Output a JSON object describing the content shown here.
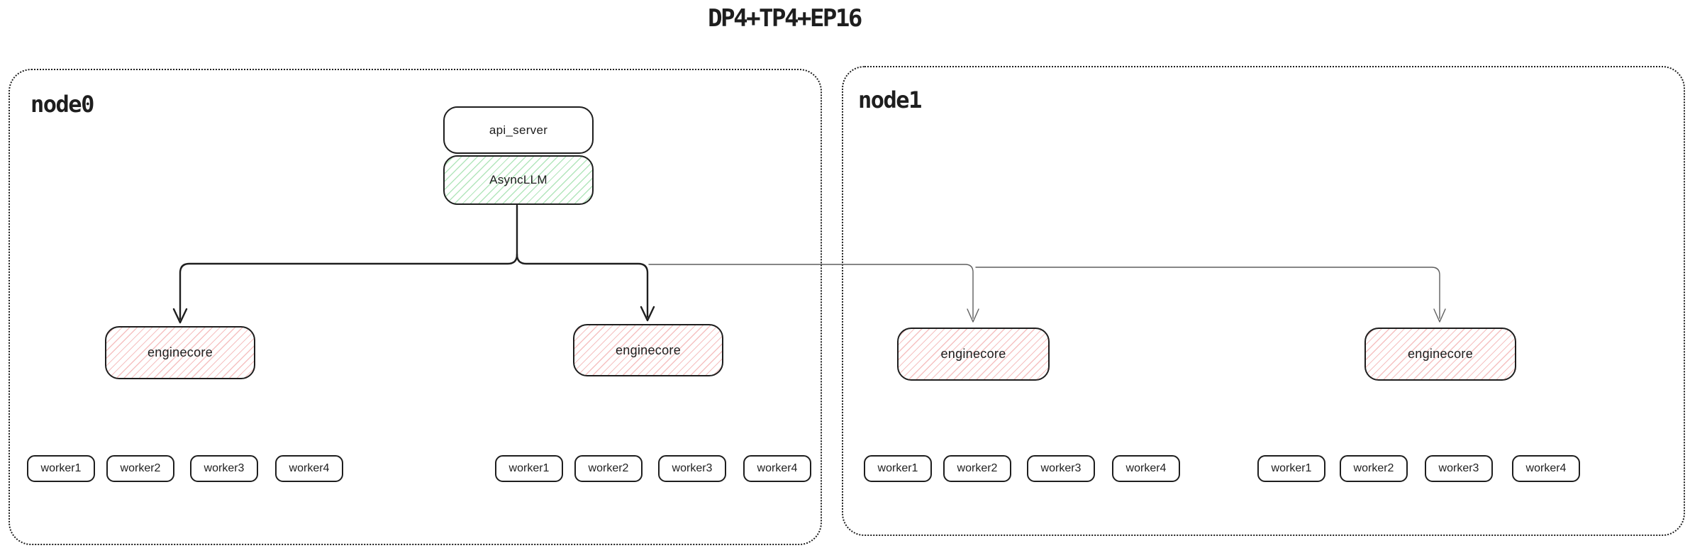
{
  "title": "DP4+TP4+EP16",
  "colors": {
    "stroke": "#1e1e1e",
    "thin_line": "#5f5f5f",
    "green_hatch": "#40c057",
    "red_hatch": "#e03131",
    "background": "#ffffff"
  },
  "node0": {
    "label": "node0",
    "api_server_label": "api_server",
    "asyncllm_label": "AsyncLLM",
    "enginecores": [
      "enginecore",
      "enginecore"
    ],
    "worker_groups": [
      [
        "worker1",
        "worker2",
        "worker3",
        "worker4"
      ],
      [
        "worker1",
        "worker2",
        "worker3",
        "worker4"
      ]
    ]
  },
  "node1": {
    "label": "node1",
    "enginecores": [
      "enginecore",
      "enginecore"
    ],
    "worker_groups": [
      [
        "worker1",
        "worker2",
        "worker3",
        "worker4"
      ],
      [
        "worker1",
        "worker2",
        "worker3",
        "worker4"
      ]
    ]
  }
}
